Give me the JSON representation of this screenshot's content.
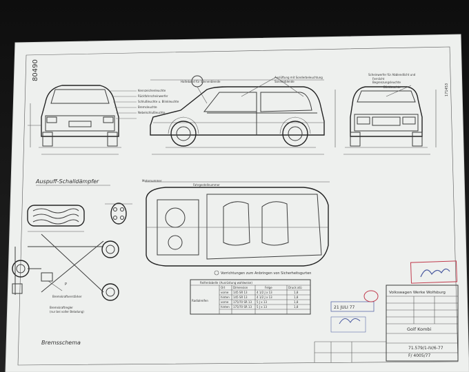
{
  "document": {
    "drawing_no_vertical": "80490",
    "section_exhaust": "Auspuff-Schalldämpfer",
    "section_brakes": "Bremsschema",
    "seatbelt_note": "Vorrichtungen zum Anbringen von Sicherheitsgurten",
    "tire_table": {
      "title": "Reifentabelle",
      "subtitle": "(Ausrüstung wahlweise)",
      "headers": [
        "Ort",
        "Dimension",
        "Felge",
        "Druck atü"
      ],
      "row_label": "Radialreifen",
      "rows": [
        [
          "vorne",
          "145 SR 13",
          "4 1/2 J x 13",
          "1,8"
        ],
        [
          "hinten",
          "145 SR 13",
          "4 1/2 J x 13",
          "1,8"
        ],
        [
          "vorne",
          "175/70 SR 13",
          "5 J x 13",
          "1,8"
        ],
        [
          "hinten",
          "175/70 SR 13",
          "5 J x 13",
          "1,8"
        ]
      ]
    },
    "title_block": {
      "company": "Volkswagen Werke Wolfsburg",
      "model": "Golf Kombi",
      "drawing_number": "71.579/1-IV/6-77",
      "sheet_ref": "F/ 4005/77"
    },
    "stamp_date": "21 JULI 77",
    "colors": {
      "paper": "#f1f3f1",
      "ink": "#3b3b3b",
      "stamp_red": "#c0394b",
      "stamp_blue": "#5a6aa8"
    }
  }
}
